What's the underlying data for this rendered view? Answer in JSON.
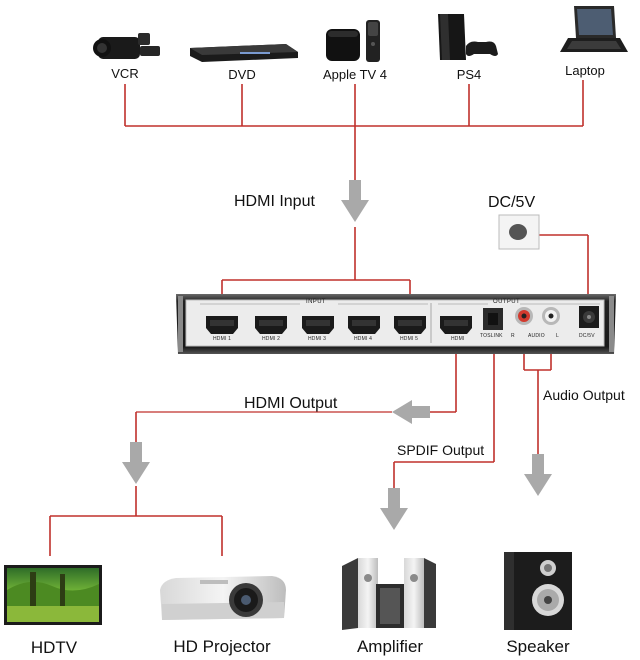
{
  "sources": [
    {
      "label": "VCR",
      "icon": "camcorder-icon"
    },
    {
      "label": "DVD",
      "icon": "dvd-player-icon"
    },
    {
      "label": "Apple TV 4",
      "icon": "apple-tv-icon"
    },
    {
      "label": "PS4",
      "icon": "game-console-icon"
    },
    {
      "label": "Laptop",
      "icon": "laptop-icon"
    }
  ],
  "labels": {
    "hdmi_input": "HDMI Input",
    "dc": "DC/5V",
    "hdmi_output": "HDMI Output",
    "audio_output": "Audio Output",
    "spdif_output": "SPDIF Output"
  },
  "device": {
    "input_section": "INPUT",
    "output_section": "OUTPUT",
    "ports": [
      "HDMI 1",
      "HDMI 2",
      "HDMI 3",
      "HDMI 4",
      "HDMI 5"
    ],
    "out_hdmi": "HDMI",
    "toslink": "TOSLINK",
    "audio_r": "R",
    "audio": "AUDIO",
    "audio_l": "L",
    "dc_port": "DC/5V"
  },
  "outputs": [
    {
      "label": "HDTV",
      "icon": "tv-icon"
    },
    {
      "label": "HD Projector",
      "icon": "projector-icon"
    },
    {
      "label": "Amplifier",
      "icon": "amplifier-icon"
    },
    {
      "label": "Speaker",
      "icon": "speaker-icon"
    }
  ],
  "colors": {
    "wire": "#c0302c",
    "arrow": "#a9a9a9",
    "device": "#2a2a2a"
  }
}
